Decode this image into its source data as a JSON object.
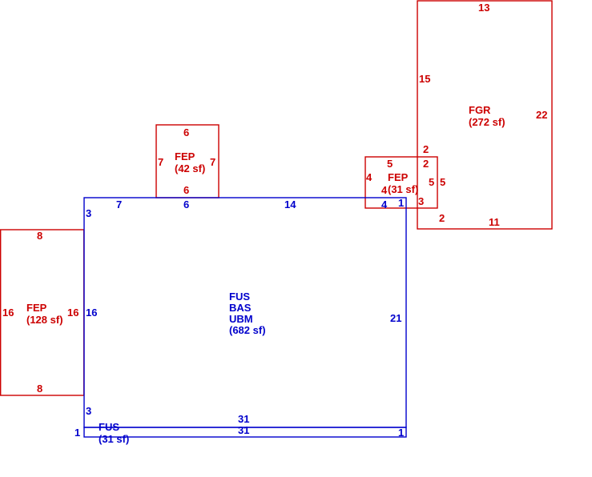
{
  "colors": {
    "main": "#0000cc",
    "addition": "#cc0000",
    "background": "#ffffff"
  },
  "sketch": {
    "main_area": {
      "lines": [
        "FUS",
        "BAS",
        "UBM",
        "(682 sf)"
      ],
      "dims": {
        "top_left": "3",
        "top_a": "7",
        "top_b": "6",
        "top_c": "14",
        "top_d": "4",
        "top_right": "1",
        "left": "16",
        "right": "21",
        "bottom_left": "3",
        "bottom": "31"
      }
    },
    "fus_strip": {
      "lines": [
        "FUS",
        "(31 sf)"
      ],
      "dims": {
        "top": "31",
        "left": "1",
        "right": "1"
      }
    },
    "fep_left": {
      "lines": [
        "FEP",
        "(128 sf)"
      ],
      "dims": {
        "top": "8",
        "bottom": "8",
        "left": "16",
        "right": "16"
      }
    },
    "fep_top": {
      "lines": [
        "FEP",
        "(42 sf)"
      ],
      "dims": {
        "top": "6",
        "bottom": "6",
        "left": "7",
        "right": "7"
      }
    },
    "fep_right": {
      "lines": [
        "FEP",
        "(31 sf)"
      ],
      "dims": {
        "top": "5",
        "left": "4",
        "inner_left": "4",
        "right_inner": "5",
        "right": "5",
        "corner_a": "2",
        "bottom": "3"
      }
    },
    "fgr": {
      "lines": [
        "FGR",
        "(272 sf)"
      ],
      "dims": {
        "top": "13",
        "left": "15",
        "right": "22",
        "step_left": "2",
        "step_bottom": "2",
        "bottom": "11"
      }
    }
  }
}
